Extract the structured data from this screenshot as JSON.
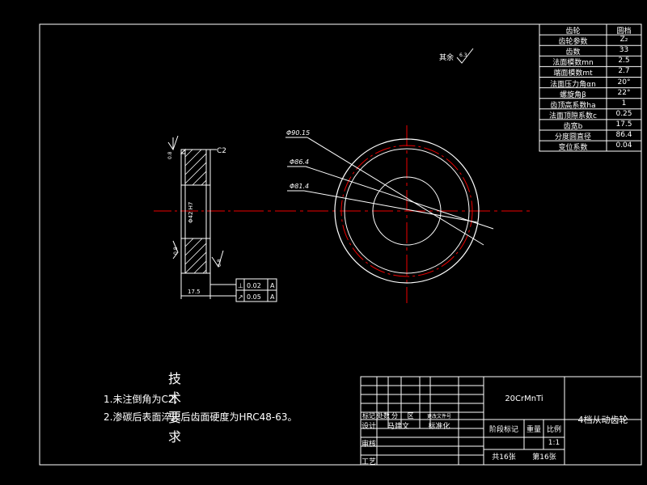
{
  "param_table": {
    "header": [
      "齿轮",
      "圆档"
    ],
    "rows": [
      [
        "齿轮参数",
        "Z₂"
      ],
      [
        "齿数",
        "33"
      ],
      [
        "法面模数mn",
        "2.5"
      ],
      [
        "端面模数mt",
        "2.7"
      ],
      [
        "法面压力角αn",
        "20°"
      ],
      [
        "螺旋角β",
        "22°"
      ],
      [
        "齿顶高系数ha",
        "1"
      ],
      [
        "法面顶隙系数c",
        "0.25"
      ],
      [
        "齿宽b",
        "17.5"
      ],
      [
        "分度圆直径",
        "86.4"
      ],
      [
        "变位系数",
        "0.04"
      ]
    ]
  },
  "surface_note": {
    "label": "其余",
    "value": "6.3"
  },
  "dims": {
    "d1": "Φ90.15",
    "d2": "Φ86.4",
    "d3": "Φ81.4",
    "chamfer": "C2",
    "width": "17.5",
    "bore": "Φ42 H7",
    "ra1": "0.8",
    "ra2": "0.8",
    "ra3": "0.8"
  },
  "tolerance": [
    {
      "symbol": "⊥",
      "value": "0.02",
      "datum": "A"
    },
    {
      "symbol": "↗",
      "value": "0.05",
      "datum": "A"
    }
  ],
  "tech_req": {
    "title": "技术要求",
    "items": [
      "1.未注倒角为C2;",
      "2.渗碳后表面淬火后齿面硬度为HRC48-63。"
    ]
  },
  "title_block": {
    "material": "20CrMnTi",
    "part_name": "4档从动齿轮",
    "revision_row": [
      "标记",
      "处数",
      "分",
      "区",
      "更改文件号"
    ],
    "design_label": "设计",
    "designer": "马建文",
    "standard_label": "标准化",
    "stage_label": "阶段标记",
    "weight_label": "重量",
    "scale_label": "比例",
    "scale": "1:1",
    "check_label": "审核",
    "process_label": "工艺",
    "sheets": "共16张",
    "sheet_no": "第16张"
  }
}
